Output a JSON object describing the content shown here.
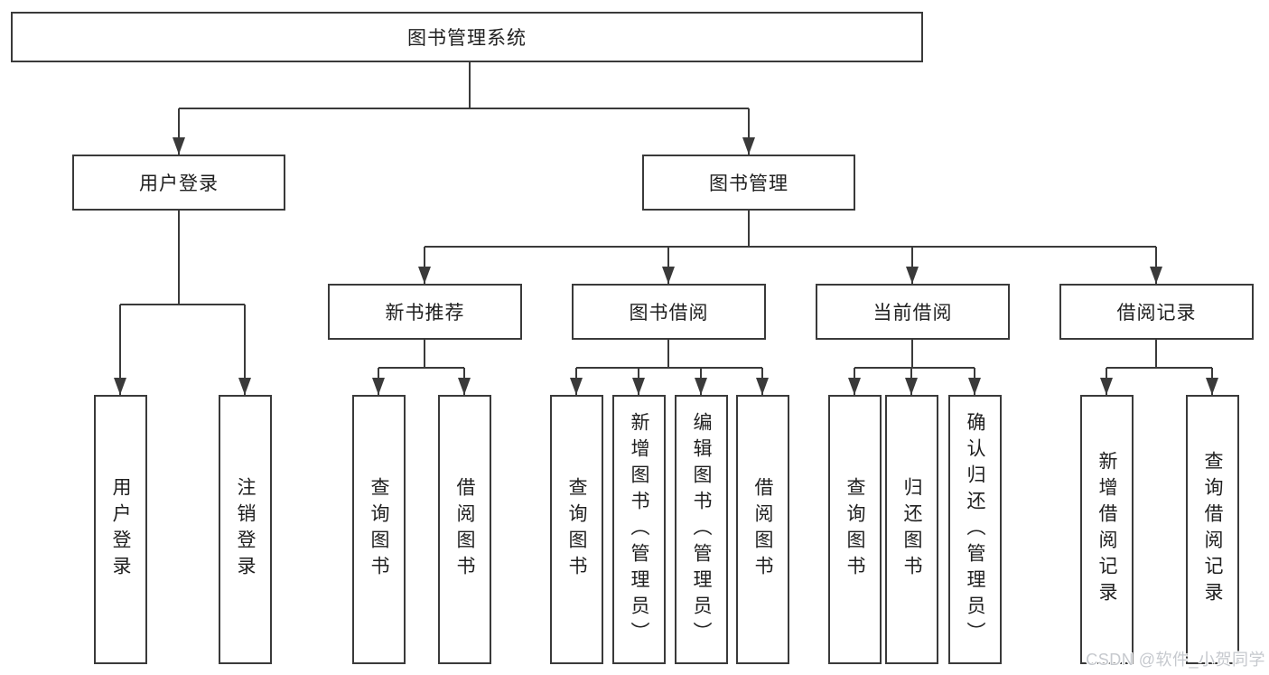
{
  "colors": {
    "line": "#3a3a3a",
    "text": "#202020",
    "box_background": "#ffffff",
    "watermark": "#c6c9ce",
    "background": "#ffffff"
  },
  "watermark": {
    "text": "CSDN @软件_小贺同学"
  },
  "tree": {
    "root": {
      "label": "图书管理系统",
      "children": [
        {
          "label": "用户登录",
          "children": [
            {
              "label": "用户登录"
            },
            {
              "label": "注销登录"
            }
          ]
        },
        {
          "label": "图书管理",
          "children": [
            {
              "label": "新书推荐",
              "children": [
                {
                  "label": "查询图书"
                },
                {
                  "label": "借阅图书"
                }
              ]
            },
            {
              "label": "图书借阅",
              "children": [
                {
                  "label": "查询图书"
                },
                {
                  "label": "新增图书（管理员）"
                },
                {
                  "label": "编辑图书（管理员）"
                },
                {
                  "label": "借阅图书"
                }
              ]
            },
            {
              "label": "当前借阅",
              "children": [
                {
                  "label": "查询图书"
                },
                {
                  "label": "归还图书"
                },
                {
                  "label": "确认归还（管理员）"
                }
              ]
            },
            {
              "label": "借阅记录",
              "children": [
                {
                  "label": "新增借阅记录"
                },
                {
                  "label": "查询借阅记录"
                }
              ]
            }
          ]
        }
      ]
    }
  }
}
